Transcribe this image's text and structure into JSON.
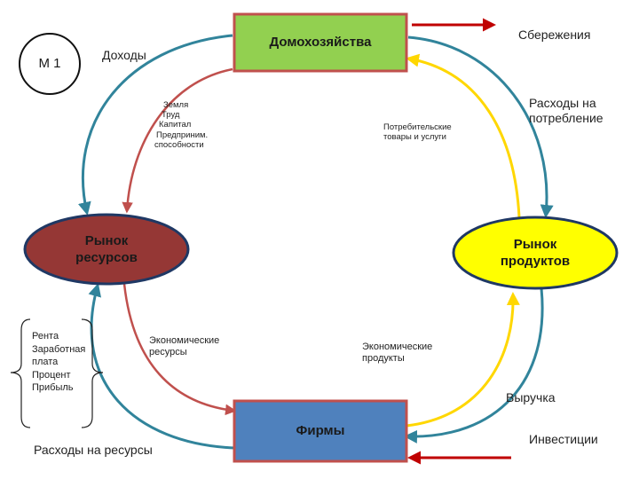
{
  "colors": {
    "households_fill": "#92d050",
    "households_border": "#c0504d",
    "firms_fill": "#4f81bd",
    "firms_border": "#c0504d",
    "resource_market_fill": "#953735",
    "resource_market_border": "#1f3864",
    "product_market_fill": "#ffff00",
    "product_market_border": "#1f3864",
    "money_flow": "#31849b",
    "resource_flow": "#c0504d",
    "goods_flow": "#ffd700",
    "leakage": "#c00000"
  },
  "badge": {
    "label": "М 1"
  },
  "nodes": {
    "households": "Домохозяйства",
    "firms": "Фирмы",
    "resource_market": "Рынок\nресурсов",
    "product_market": "Рынок\nпродуктов"
  },
  "labels": {
    "income": "Доходы",
    "savings": "Сбережения",
    "consumption_spending": "Расходы на\nпотребление",
    "consumer_goods": "Потребительские\nтовары и услуги",
    "economic_resources": "Экономические\nресурсы",
    "economic_products": "Экономические\nпродукты",
    "revenue": "Выручка",
    "investment": "Инвестиции",
    "resource_spending": "Расходы на ресурсы"
  },
  "factors": [
    "Земля",
    "Труд",
    "Капитал",
    "Предприним.",
    "способности"
  ],
  "incomes": [
    "Рента",
    "Заработная",
    "плата",
    "Процент",
    "Прибыль"
  ]
}
